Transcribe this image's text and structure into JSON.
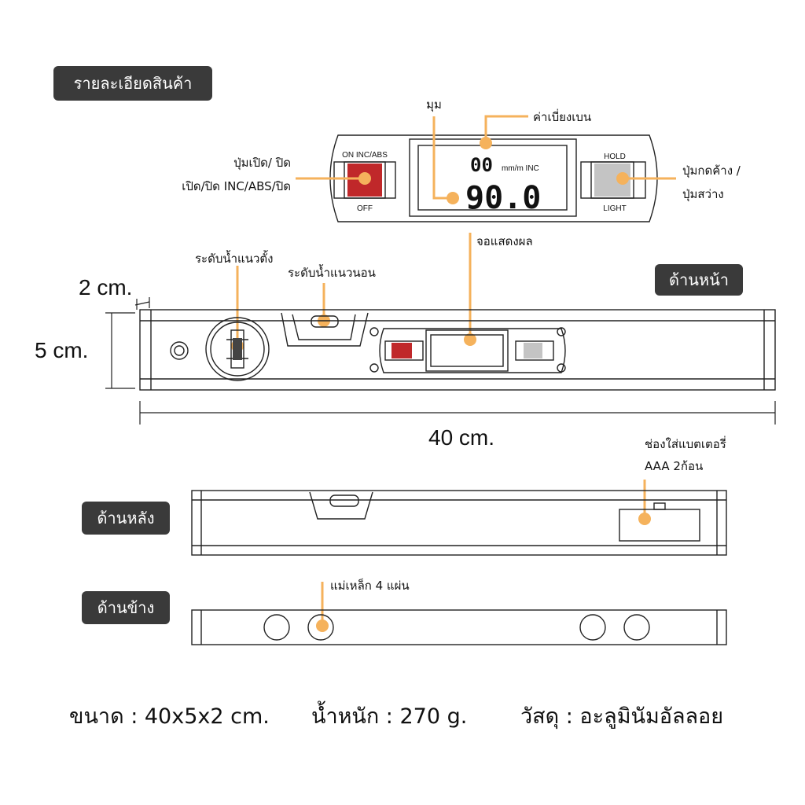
{
  "tags": {
    "details": "รายละเอียดสินค้า",
    "front": "ด้านหน้า",
    "back": "ด้านหลัง",
    "side": "ด้านข้าง"
  },
  "panel": {
    "left_top": "ON INC/ABS",
    "left_bottom": "OFF",
    "right_top": "HOLD",
    "right_bottom": "LIGHT",
    "lcd_small_value": "00",
    "lcd_unit": "mm/m INC",
    "lcd_big_value": "90.0"
  },
  "callouts": {
    "angle": "มุม",
    "deviation": "ค่าเบี่ยงเบน",
    "power_line1": "ปุ่มเปิด/ ปิด",
    "power_line2": "เปิด/ปิด INC/ABS/ปิด",
    "hold_line1": "ปุ่มกดค้าง /",
    "hold_line2": "ปุ่มสว่าง",
    "display": "จอแสดงผล",
    "vertical_vial": "ระดับน้ำแนวตั้ง",
    "horizontal_vial": "ระดับน้ำแนวนอน",
    "battery_line1": "ช่องใส่แบตเตอรี่",
    "battery_line2": "AAA 2ก้อน",
    "magnets": "แม่เหล็ก 4 แผ่น"
  },
  "dimensions": {
    "depth": "2 cm.",
    "height": "5 cm.",
    "length": "40 cm."
  },
  "specs": {
    "size": "ขนาด : 40x5x2 cm.",
    "weight": "น้ำหนัก : 270 g.",
    "material": "วัสดุ : อะลูมินัมอัลลอย"
  },
  "colors": {
    "tag_bg": "#3a3a3a",
    "accent": "#f5b25c",
    "red_button": "#c0282a",
    "gray_button": "#c4c4c4",
    "outline": "#222222"
  }
}
